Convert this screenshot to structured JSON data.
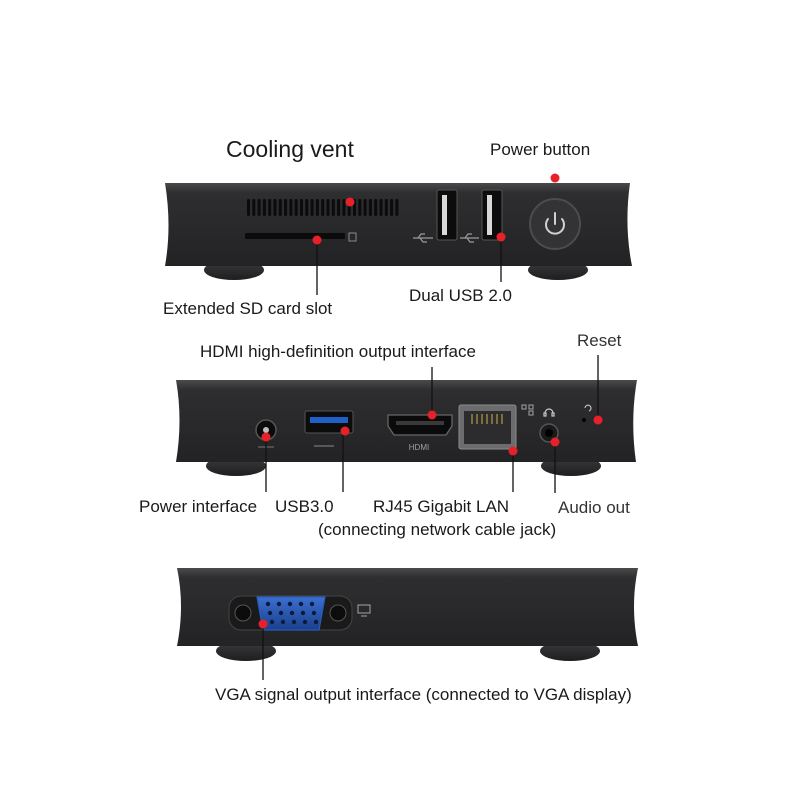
{
  "callouts": {
    "cooling_vent": "Cooling vent",
    "power_button": "Power button",
    "sd_slot": "Extended SD card slot",
    "dual_usb": "Dual USB 2.0",
    "hdmi": "HDMI high-definition output interface",
    "reset": "Reset",
    "power_interface": "Power interface",
    "usb3": "USB3.0",
    "rj45_line1": "RJ45 Gigabit LAN",
    "rj45_line2": "(connecting network cable jack)",
    "audio_out": "Audio out",
    "vga": "VGA signal output interface (connected to VGA display)"
  },
  "port_marks": {
    "hdmi": "HDMI"
  },
  "colors": {
    "device_body": "#2b2b2d",
    "device_top": "#3a3a3c",
    "port": "#0d0d0e",
    "vga_blue": "#1f4fa8",
    "marker": "#e8202a",
    "foot": "#333335",
    "leader": "#111111"
  },
  "icons": [
    "usb-icon",
    "power-icon",
    "sd-card-icon",
    "network-icon",
    "headphone-icon",
    "reset-icon",
    "monitor-icon"
  ]
}
